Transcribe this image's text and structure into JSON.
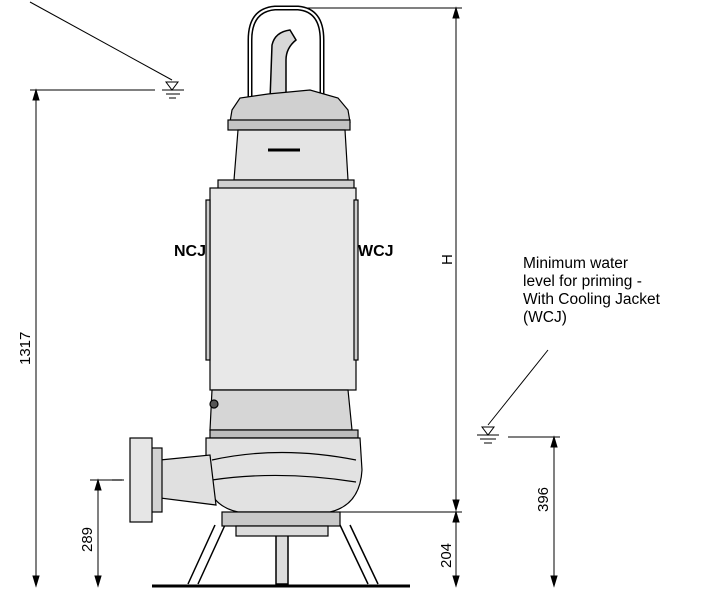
{
  "labels": {
    "left_side": "NCJ",
    "right_side": "WCJ",
    "height_symbol": "H"
  },
  "dimensions": {
    "overall_left": "1317",
    "inlet_center": "289",
    "base_to_foot": "204",
    "min_level_wcj": "396"
  },
  "note_wcj": {
    "line1": "Minimum water",
    "line2": "level for priming -",
    "line3": "With Cooling Jacket",
    "line4": "(WCJ)"
  },
  "colors": {
    "line": "#000000",
    "body_fill": "#e6e6e6",
    "body_dark": "#cfcfcf",
    "background": "#ffffff"
  }
}
